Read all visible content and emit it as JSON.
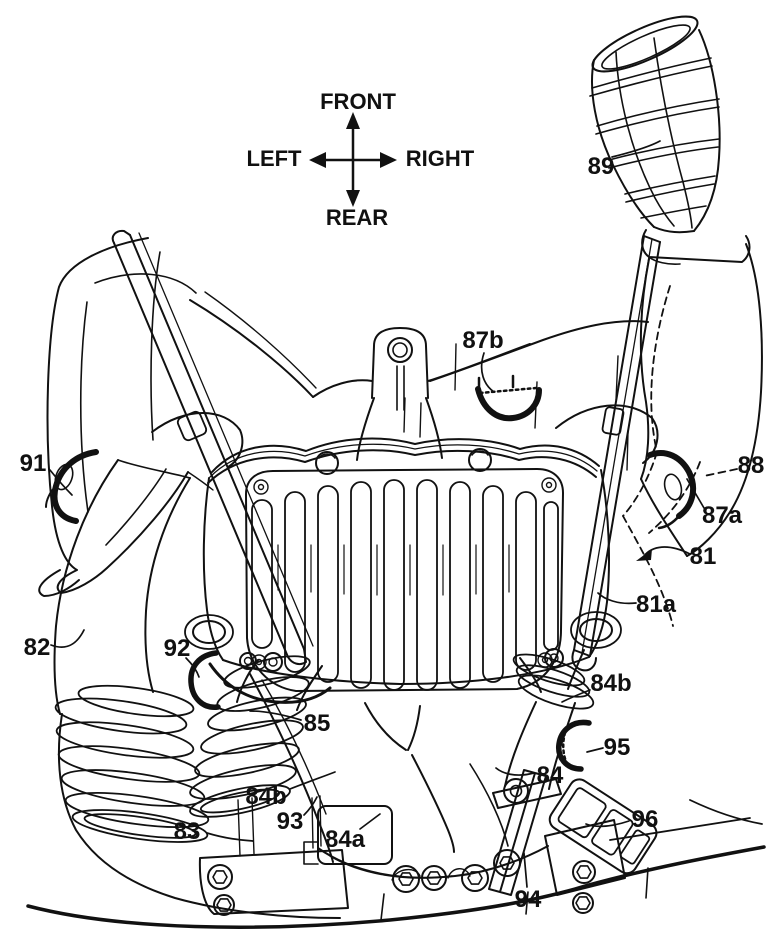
{
  "figure": {
    "kind": "patent line drawing",
    "subject": "Motorcycle engine air intake / air cleaner assembly, top view",
    "background_color": "#ffffff",
    "ink_color": "#111111",
    "compass": {
      "front": "FRONT",
      "rear": "REAR",
      "left": "LEFT",
      "right": "RIGHT"
    },
    "labels": {
      "l89": "89",
      "l87b": "87b",
      "l88": "88",
      "l87a": "87a",
      "l81": "81",
      "l81a": "81a",
      "l91": "91",
      "l82": "82",
      "l92": "92",
      "l85": "85",
      "l84b_left": "84b",
      "l93": "93",
      "l83": "83",
      "l84a": "84a",
      "l84b_right": "84b",
      "l95": "95",
      "l84": "84",
      "l96": "96",
      "l94": "94"
    }
  }
}
